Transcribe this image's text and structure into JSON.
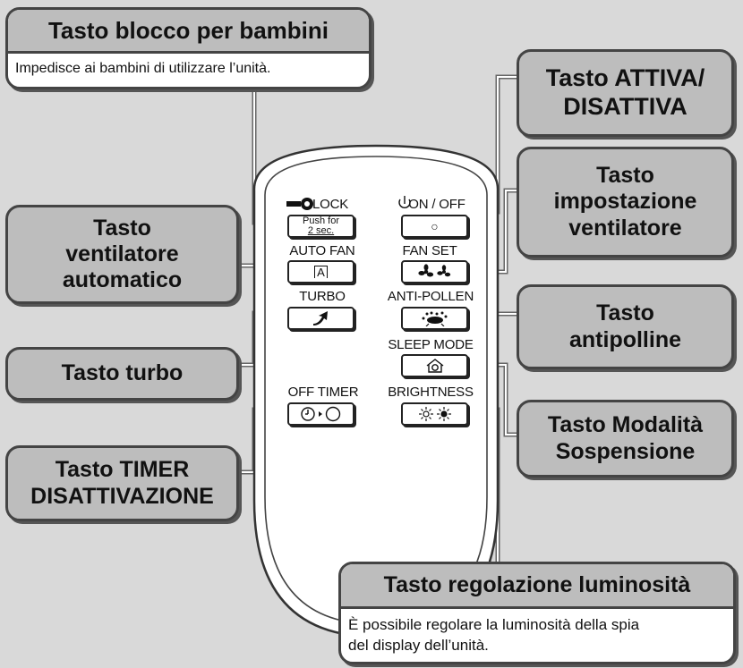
{
  "callouts": {
    "child_lock": {
      "title": "Tasto blocco per bambini",
      "desc": "Impedisce ai bambini di utilizzare l’unità."
    },
    "on_off": {
      "line1": "Tasto ATTIVA/",
      "line2": "DISATTIVA"
    },
    "fan_set": {
      "line1": "Tasto",
      "line2": "impostazione",
      "line3": "ventilatore"
    },
    "auto_fan": {
      "line1": "Tasto",
      "line2": "ventilatore",
      "line3": "automatico"
    },
    "anti_pollen": {
      "line1": "Tasto",
      "line2": "antipolline"
    },
    "turbo": {
      "line1": "Tasto turbo"
    },
    "sleep": {
      "line1": "Tasto Modalità",
      "line2": "Sospensione"
    },
    "off_timer": {
      "line1": "Tasto TIMER",
      "line2": "DISATTIVAZIONE"
    },
    "brightness": {
      "title": "Tasto regolazione luminosità",
      "desc_line1": "È possibile regolare la luminosità della spia",
      "desc_line2": "del display dell’unità."
    }
  },
  "remote": {
    "lock_label": "LOCK",
    "push_line1": "Push for",
    "push_line2": "2 sec.",
    "on_off_label": "ON / OFF",
    "auto_fan_label": "AUTO FAN",
    "fan_set_label": "FAN SET",
    "turbo_label": "TURBO",
    "anti_pollen_label": "ANTI-POLLEN",
    "sleep_mode_label": "SLEEP MODE",
    "off_timer_label": "OFF TIMER",
    "brightness_label": "BRIGHTNESS",
    "auto_fan_symbol": "A",
    "on_off_symbol": "○"
  }
}
